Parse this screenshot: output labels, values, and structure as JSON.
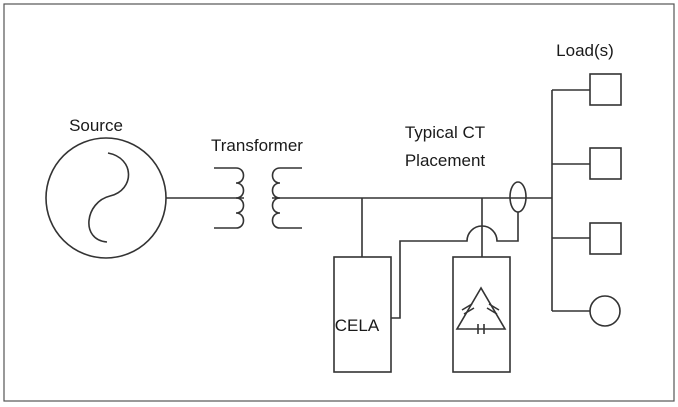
{
  "diagram": {
    "labels": {
      "source": "Source",
      "transformer": "Transformer",
      "ct_line1": "Typical CT",
      "ct_line2": "Placement",
      "loads": "Load(s)",
      "cela": "CELA"
    },
    "components": [
      {
        "id": "source",
        "type": "ac-source"
      },
      {
        "id": "transformer",
        "type": "transformer"
      },
      {
        "id": "cela",
        "type": "device-box"
      },
      {
        "id": "capacitor-bank",
        "type": "delta-capacitor-box"
      },
      {
        "id": "ct",
        "type": "current-transformer"
      },
      {
        "id": "loads",
        "type": "load-bus",
        "count": 4,
        "shapes": [
          "square",
          "square",
          "square",
          "circle"
        ]
      }
    ],
    "colors": {
      "line": "#333333",
      "border": "#555555",
      "background": "#ffffff"
    }
  }
}
